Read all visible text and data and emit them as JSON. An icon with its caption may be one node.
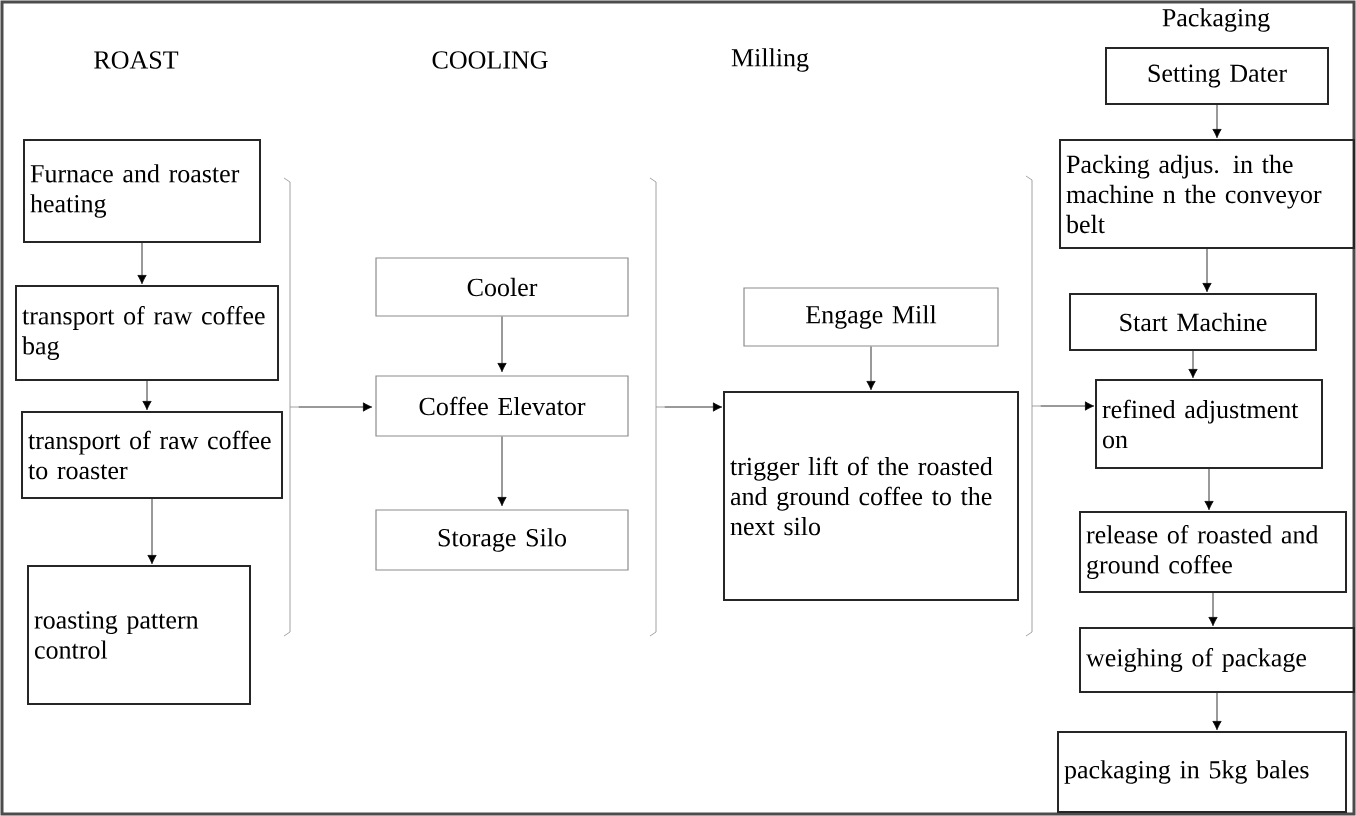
{
  "diagram": {
    "nodes": [
      {
        "text": [
          "Furnace and roaster heating"
        ]
      },
      {
        "text": [
          "transport of raw coffee bag"
        ]
      },
      {
        "text": [
          "transport of raw coffee to roaster"
        ]
      },
      {
        "text": [
          "roasting pattern control"
        ]
      },
      {
        "text": [],
        "shape": "bracket"
      },
      {
        "text": [
          "Cooler"
        ]
      },
      {
        "text": [
          "Coffee Elevator"
        ]
      },
      {
        "text": [
          "Storage Silo"
        ]
      },
      {
        "text": [],
        "shape": "bracket"
      },
      {
        "text": [
          "Engage Mill"
        ]
      },
      {
        "text": [
          "trigger lift of the roasted and ground coffee to the next silo"
        ]
      },
      {
        "text": [],
        "shape": "bracket"
      },
      {
        "text": [
          "Setting Dater"
        ]
      },
      {
        "text": [
          "Packing adjus. in the machine n the conveyor belt"
        ]
      },
      {
        "text": [
          "Start Machine"
        ]
      },
      {
        "text": [
          "refined adjustment on"
        ]
      },
      {
        "text": [
          "release of roasted and ground coffee"
        ]
      },
      {
        "text": [
          "weighing of package"
        ]
      },
      {
        "text": [
          "packaging in 5kg bales"
        ]
      }
    ],
    "edges": [
      {
        "from": 0,
        "to": 1,
        "arrow": "to"
      },
      {
        "from": 1,
        "to": 2,
        "arrow": "to"
      },
      {
        "from": 2,
        "to": 3,
        "arrow": "to"
      },
      {
        "from": 4,
        "to": 6,
        "arrow": "to"
      },
      {
        "from": 5,
        "to": 6,
        "arrow": "to"
      },
      {
        "from": 6,
        "to": 7,
        "arrow": "to"
      },
      {
        "from": 8,
        "to": 10,
        "arrow": "to"
      },
      {
        "from": 9,
        "to": 10,
        "arrow": "to"
      },
      {
        "from": 11,
        "to": 15,
        "arrow": "to"
      },
      {
        "from": 12,
        "to": 13,
        "arrow": "to"
      },
      {
        "from": 13,
        "to": 14,
        "arrow": "to"
      },
      {
        "from": 14,
        "to": 15,
        "arrow": "to"
      },
      {
        "from": 15,
        "to": 16,
        "arrow": "to"
      },
      {
        "from": 16,
        "to": 17,
        "arrow": "to"
      },
      {
        "from": 17,
        "to": 18,
        "arrow": "to"
      }
    ],
    "labels": [
      "ROAST",
      "COOLING",
      "Milling",
      "Packaging"
    ]
  }
}
